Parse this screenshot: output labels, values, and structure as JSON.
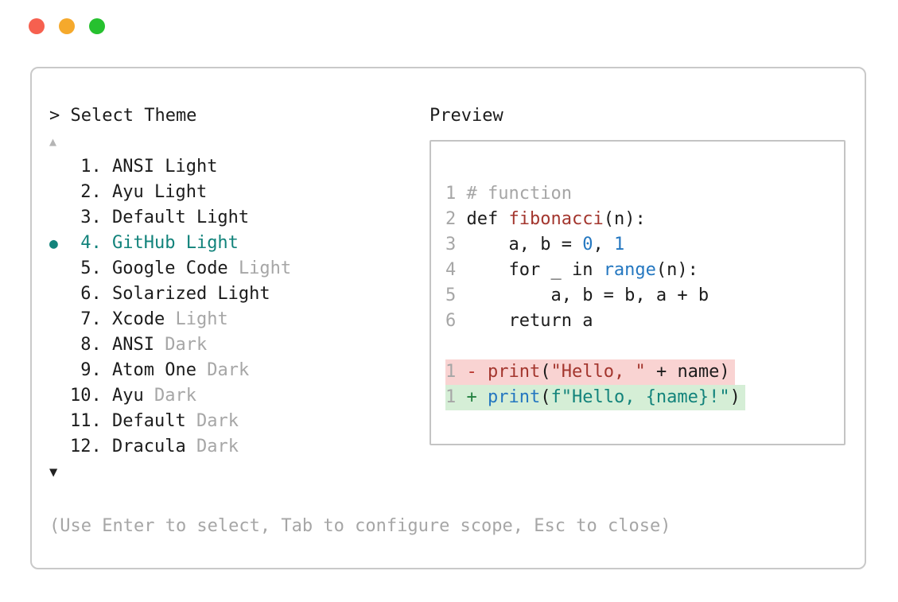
{
  "window": {
    "traffic_lights": [
      {
        "name": "close",
        "color": "#f6604f"
      },
      {
        "name": "minimize",
        "color": "#f5a92c"
      },
      {
        "name": "zoom",
        "color": "#26c12f"
      }
    ]
  },
  "colors": {
    "accent": "#12837b",
    "dim": "#a6a6a6",
    "func": "#a3362e",
    "blue": "#2477c0",
    "del-bg": "#f9d3d2",
    "add-bg": "#d5eed6",
    "del": "#b8342c",
    "add": "#22803f"
  },
  "picker": {
    "prompt": "> Select Theme",
    "scroll_up": "▲",
    "scroll_down": "▼",
    "items": [
      {
        "num": "1.",
        "name": "ANSI Light",
        "dim": "",
        "selected": false
      },
      {
        "num": "2.",
        "name": "Ayu Light",
        "dim": "",
        "selected": false
      },
      {
        "num": "3.",
        "name": "Default Light",
        "dim": "",
        "selected": false
      },
      {
        "num": "4.",
        "name": "GitHub Light",
        "dim": "",
        "selected": true
      },
      {
        "num": "5.",
        "name": "Google Code ",
        "dim": "Light",
        "selected": false
      },
      {
        "num": "6.",
        "name": "Solarized Light",
        "dim": "",
        "selected": false
      },
      {
        "num": "7.",
        "name": "Xcode ",
        "dim": "Light",
        "selected": false
      },
      {
        "num": "8.",
        "name": "ANSI ",
        "dim": "Dark",
        "selected": false
      },
      {
        "num": "9.",
        "name": "Atom One ",
        "dim": "Dark",
        "selected": false
      },
      {
        "num": "10.",
        "name": "Ayu ",
        "dim": "Dark",
        "selected": false
      },
      {
        "num": "11.",
        "name": "Default ",
        "dim": "Dark",
        "selected": false
      },
      {
        "num": "12.",
        "name": "Dracula ",
        "dim": "Dark",
        "selected": false
      }
    ],
    "hint": "(Use Enter to select, Tab to configure scope, Esc to close)"
  },
  "preview": {
    "title": "Preview",
    "lines": [
      {
        "tokens": [
          {
            "t": "1 ",
            "c": "ln"
          },
          {
            "t": "# function",
            "c": "cm"
          }
        ]
      },
      {
        "tokens": [
          {
            "t": "2 ",
            "c": "ln"
          },
          {
            "t": "def ",
            "c": "t"
          },
          {
            "t": "fibonacci",
            "c": "fn"
          },
          {
            "t": "(n):",
            "c": "t"
          }
        ]
      },
      {
        "tokens": [
          {
            "t": "3 ",
            "c": "ln"
          },
          {
            "t": "    a, b = ",
            "c": "t"
          },
          {
            "t": "0",
            "c": "nm"
          },
          {
            "t": ", ",
            "c": "t"
          },
          {
            "t": "1",
            "c": "nm"
          }
        ]
      },
      {
        "tokens": [
          {
            "t": "4 ",
            "c": "ln"
          },
          {
            "t": "    for _ in ",
            "c": "t"
          },
          {
            "t": "range",
            "c": "bi"
          },
          {
            "t": "(n):",
            "c": "t"
          }
        ]
      },
      {
        "tokens": [
          {
            "t": "5 ",
            "c": "ln"
          },
          {
            "t": "        a, b = b, a + b",
            "c": "t"
          }
        ]
      },
      {
        "tokens": [
          {
            "t": "6 ",
            "c": "ln"
          },
          {
            "t": "    return a",
            "c": "t"
          }
        ]
      },
      {
        "tokens": []
      },
      {
        "bg": "del",
        "tokens": [
          {
            "t": "1 ",
            "c": "ln"
          },
          {
            "t": "- ",
            "c": "dl"
          },
          {
            "t": "print",
            "c": "fn"
          },
          {
            "t": "(",
            "c": "t"
          },
          {
            "t": "\"Hello, \"",
            "c": "sr"
          },
          {
            "t": " + name)",
            "c": "t"
          }
        ]
      },
      {
        "bg": "add",
        "tokens": [
          {
            "t": "1 ",
            "c": "ln"
          },
          {
            "t": "+ ",
            "c": "ad"
          },
          {
            "t": "print",
            "c": "bi"
          },
          {
            "t": "(",
            "c": "t"
          },
          {
            "t": "f\"Hello, {name}!\"",
            "c": "st"
          },
          {
            "t": ")",
            "c": "t"
          }
        ]
      }
    ]
  }
}
